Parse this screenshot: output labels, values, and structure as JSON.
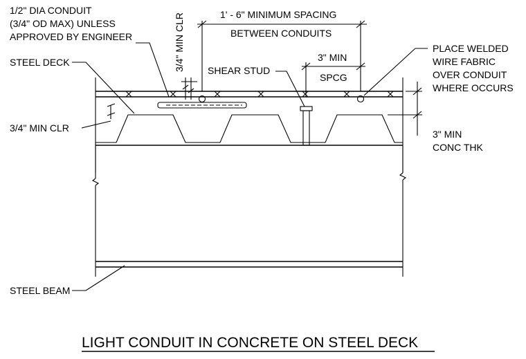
{
  "labels": {
    "conduit_note_1": "1/2\" DIA CONDUIT",
    "conduit_note_2": "(3/4\" OD MAX) UNLESS",
    "conduit_note_3": "APPROVED BY ENGINEER",
    "steel_deck": "STEEL DECK",
    "min_clr_vertical": "3/4\" MIN CLR",
    "min_clr_left": "3/4\" MIN CLR",
    "spacing_1": "1' - 6\" MINIMUM SPACING",
    "spacing_2": "BETWEEN CONDUITS",
    "spcg_1": "3\" MIN",
    "spcg_2": "SPCG",
    "shear_stud": "SHEAR STUD",
    "wire_fabric_1": "PLACE WELDED",
    "wire_fabric_2": "WIRE FABRIC",
    "wire_fabric_3": "OVER CONDUIT",
    "wire_fabric_4": "WHERE OCCURS",
    "conc_thk_1": "3\" MIN",
    "conc_thk_2": "CONC THK",
    "steel_beam": "STEEL BEAM"
  },
  "title": "LIGHT CONDUIT IN CONCRETE ON STEEL DECK"
}
